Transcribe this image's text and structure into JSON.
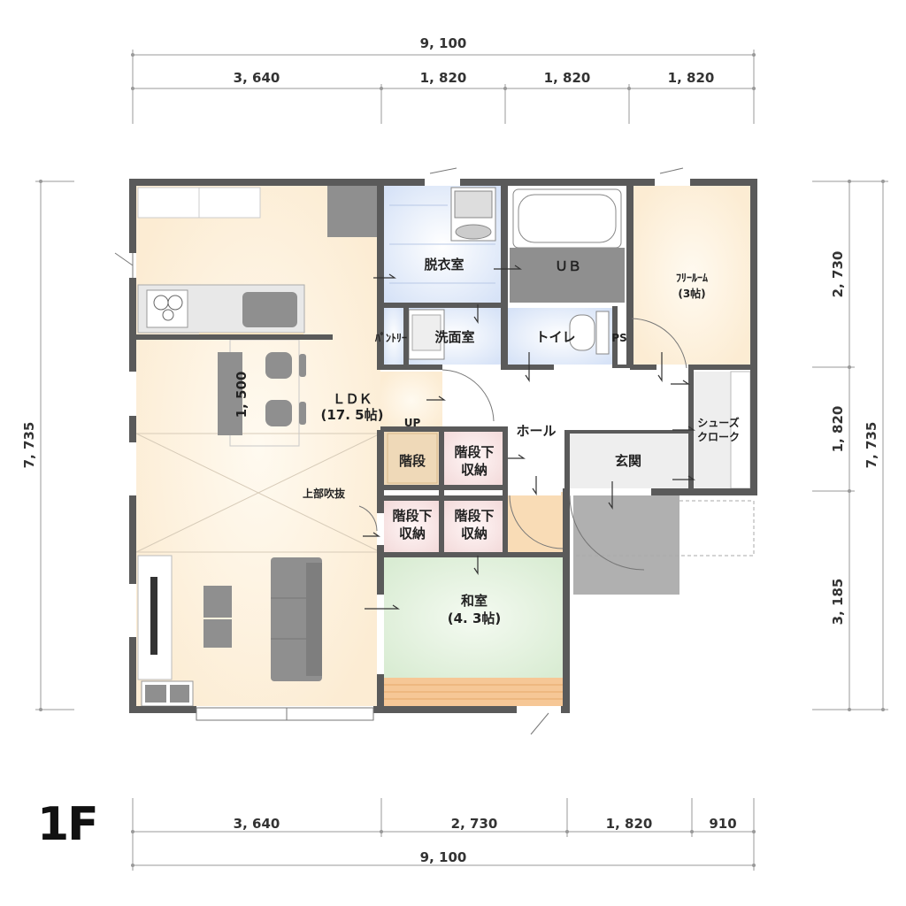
{
  "floor": "1F",
  "dimensions": {
    "top_total": "9, 100",
    "top_segments": [
      "3, 640",
      "1, 820",
      "1, 820",
      "1, 820"
    ],
    "bottom_segments": [
      "3, 640",
      "2, 730",
      "1, 820",
      "910"
    ],
    "bottom_total": "9, 100",
    "left_total": "7, 735",
    "right_segments": [
      "2, 730",
      "1, 820",
      "3, 185"
    ],
    "right_total": "7, 735",
    "counter": "1, 500"
  },
  "rooms": {
    "ldk": "ＬＤＫ",
    "ldk_size": "(17. 5帖)",
    "dressing": "脱衣室",
    "unit_bath": "ＵＢ",
    "free_room": "ﾌﾘｰﾙｰﾑ",
    "free_room_size": "(3帖)",
    "pantry": "ﾊﾟﾝﾄﾘｰ",
    "washroom": "洗面室",
    "toilet": "トイレ",
    "ps": "PS",
    "hall": "ホール",
    "shoes_1": "シューズ",
    "shoes_2": "クローク",
    "entrance": "玄関",
    "stairs": "階段",
    "up": "UP",
    "under_stairs_1a": "階段下",
    "under_stairs_1b": "収納",
    "under_stairs_2a": "階段下",
    "under_stairs_2b": "収納",
    "under_stairs_3a": "階段下",
    "under_stairs_3b": "収納",
    "void": "上部吹抜",
    "japanese_room": "和室",
    "japanese_room_size": "(4. 3帖)"
  },
  "colors": {
    "ldk": "#fdf3e2",
    "wet": "#e6eefa",
    "free": "#fdf3e2",
    "storage": "#f8e6e6",
    "washitsu": "#e6f2e2",
    "stair": "#efd9b8",
    "wall": "#5a5a5a",
    "furniture": "#8f8f8f",
    "tatami_edge": "#f6c796"
  }
}
